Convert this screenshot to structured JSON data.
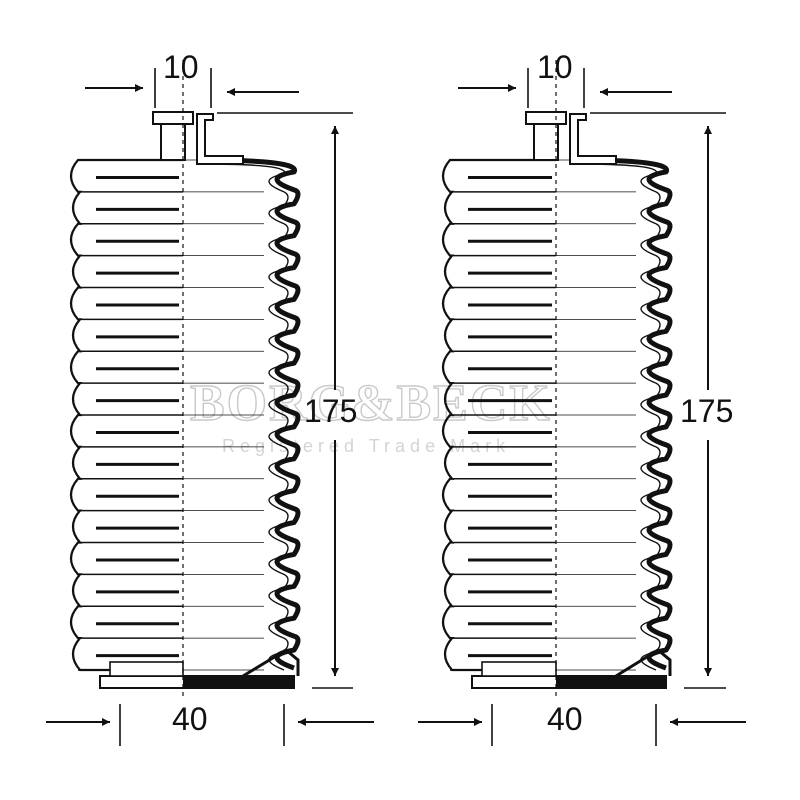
{
  "diagrams": [
    {
      "top_width": "10",
      "height": "175",
      "bottom_width": "40"
    },
    {
      "top_width": "10",
      "height": "175",
      "bottom_width": "40"
    }
  ],
  "watermark": {
    "brand": "BORG&BECK",
    "subtitle": "Registered Trade Mark"
  },
  "colors": {
    "line": "#111111",
    "watermark": "#c9c9c9"
  }
}
